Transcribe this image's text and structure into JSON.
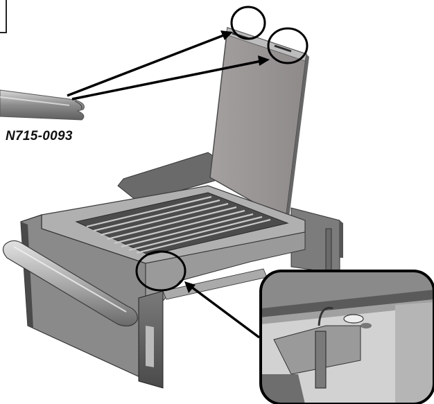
{
  "diagram": {
    "part_number": "N715-0093"
  },
  "colors": {
    "panel": "#9a9a9a",
    "panel_light": "#c8c8c8",
    "panel_dark": "#5a5a5a",
    "frame": "#3c3c3c",
    "grid": "#bdbdbd",
    "callout": "#000000"
  },
  "icons": {
    "callout_circle": "circle-outline",
    "callout_arrow": "arrow-right"
  }
}
